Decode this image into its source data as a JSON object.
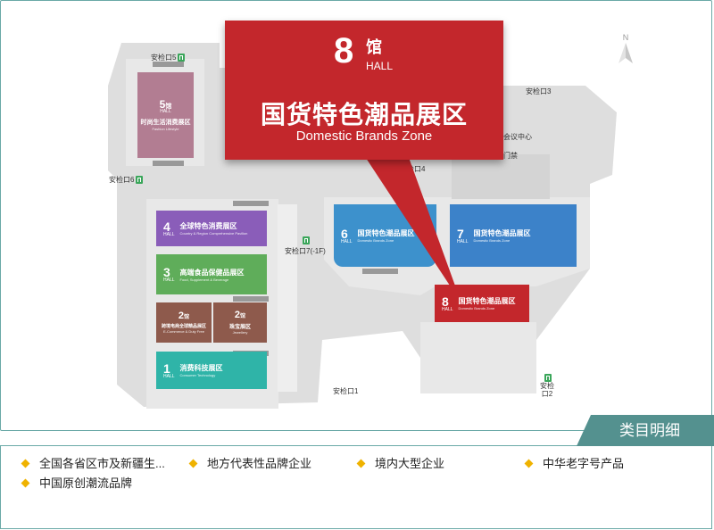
{
  "callout": {
    "hall_number": "8",
    "hall_char": "馆",
    "hall_en": "HALL",
    "title": "国货特色潮品展区",
    "subtitle": "Domestic Brands Zone"
  },
  "compass": {
    "letter": "N"
  },
  "gates": {
    "g5": "安检口5",
    "g6": "安检口6",
    "g3": "安检口3",
    "g4": "安检口4",
    "g2": "安检口2",
    "g1": "安检口1",
    "g7": "安检口7(-1F)"
  },
  "places": {
    "conference": "会议中心",
    "door": "门禁"
  },
  "halls": [
    {
      "id": "5",
      "cn": "时尚生活消费展区",
      "en": "Fashion Lifestyle",
      "color": "#b27d92"
    },
    {
      "id": "4",
      "cn": "全球特色消费展区",
      "en": "Country & Region Comprehensive Pavilion",
      "color": "#8a5db9"
    },
    {
      "id": "3",
      "cn": "高端食品保健品展区",
      "en": "Food, Supplement & Beverage",
      "color": "#5fad5a"
    },
    {
      "id": "2",
      "cn": "跨境电商全球精品展区",
      "en": "E-Commerce & Duty Free",
      "color": "#8e5a4c"
    },
    {
      "id": "2b",
      "num": "2",
      "cn": "珠宝展区",
      "en": "Jewellery",
      "color": "#8e5a4c"
    },
    {
      "id": "1",
      "cn": "消费科技展区",
      "en": "Consumer Technology",
      "color": "#2fb4a8"
    },
    {
      "id": "6",
      "cn": "国货特色潮品展区",
      "en": "Domestic Brands Zone",
      "color": "#3d91cc"
    },
    {
      "id": "7",
      "cn": "国货特色潮品展区",
      "en": "Domestic Brands Zone",
      "color": "#3c82c9"
    },
    {
      "id": "8",
      "cn": "国货特色潮品展区",
      "en": "Domestic Brands Zone",
      "color": "#c3272c"
    }
  ],
  "hall_label": "HALL",
  "hall_char": "馆",
  "categories": {
    "tab_label": "类目明细",
    "items": [
      "全国各省区市及新疆生...",
      "地方代表性品牌企业",
      "境内大型企业",
      "中华老字号产品",
      "中国原创潮流品牌"
    ]
  },
  "colors": {
    "accent": "#54918f",
    "highlight": "#c3272c",
    "bullet": "#efb200"
  }
}
